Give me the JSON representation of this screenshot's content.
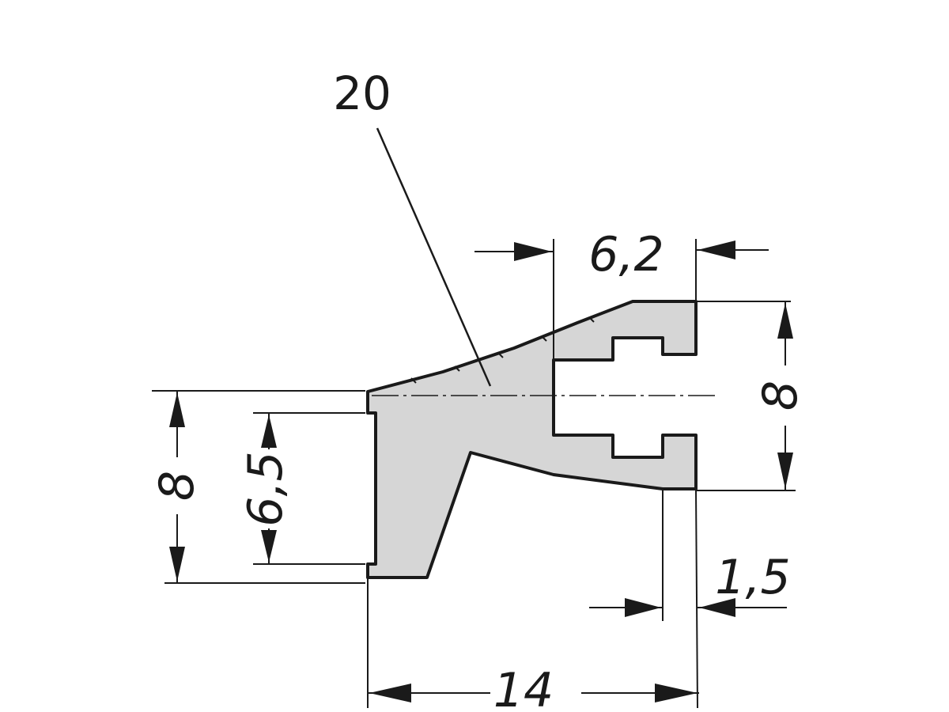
{
  "labels": {
    "part_number": "20",
    "dim_overall_height_left": "8",
    "dim_inner_height_left": "6,5",
    "dim_top_width": "6,2",
    "dim_height_right": "8",
    "dim_lip_thickness": "1,5",
    "dim_overall_length": "14"
  }
}
